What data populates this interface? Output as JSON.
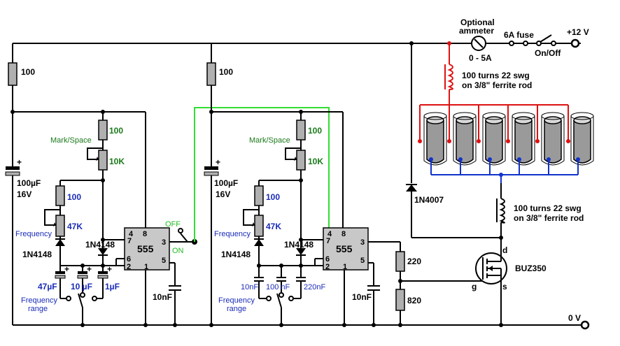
{
  "labels": {
    "r1_100": "100",
    "r2_100": "100",
    "c_100uf_1": "100µF",
    "v_16v_1": "16V",
    "c_100uf_2": "100µF",
    "v_16v_2": "16V",
    "ms_100_1": "100",
    "ms_label_1": "Mark/Space",
    "ms_10k_1": "10K",
    "ms_100_2": "100",
    "ms_label_2": "Mark/Space",
    "ms_10k_2": "10K",
    "f_100_1": "100",
    "f_label_1": "Frequency",
    "f_47k_1": "47K",
    "f_100_2": "100",
    "f_label_2": "Frequency",
    "f_47k_2": "47K",
    "d_1n4148_a1": "1N4148",
    "d_1n4148_b1": "1N4148",
    "d_1n4148_a2": "1N4148",
    "d_1n4148_b2": "1N4148",
    "c_47uf": "47µF",
    "c_10uf": "10 µF",
    "c_1uf": "1µF",
    "c_10nf_a": "10nF",
    "c_100nf": "100 nF",
    "c_220nf": "220nF",
    "frange_1": "Frequency",
    "frange_1b": "range",
    "frange_2": "Frequency",
    "frange_2b": "range",
    "c_10nf_1": "10nF",
    "c_10nf_2": "10nF",
    "ic_name_1": "555",
    "ic_name_2": "555",
    "pin4": "4",
    "pin8": "8",
    "pin7": "7",
    "pin3": "3",
    "pin6": "6",
    "pin2": "2",
    "pin1": "1",
    "pin5": "5",
    "off": "OFF",
    "on": "ON",
    "ammeter_1": "Optional",
    "ammeter_2": "ammeter",
    "ammeter_3": "0 - 5A",
    "fuse": "6A fuse",
    "onoff": "On/Off",
    "v_plus12": "+12 V",
    "v_0": "0 V",
    "coil_top_1": "100 turns 22 swg",
    "coil_top_2": "on 3/8\" ferrite rod",
    "coil_bot_1": "100 turns 22 swg",
    "coil_bot_2": "on 3/8\" ferrite rod",
    "diode_1n4007": "1N4007",
    "r_220": "220",
    "r_820": "820",
    "mosfet": "BUZ350",
    "mosfet_d": "d",
    "mosfet_g": "g",
    "mosfet_s": "s"
  },
  "colors": {
    "wire": "#000000",
    "green_link": "#33dd33",
    "cell_positive": "#dd1111",
    "cell_negative": "#1133cc",
    "label_green": "#1a7a1a",
    "label_blue": "#1a2bb8"
  },
  "icons": [
    "resistor-icon",
    "capacitor-icon",
    "diode-icon",
    "ic-555-icon",
    "switch-icon",
    "ammeter-icon",
    "fuse-icon",
    "coil-icon",
    "cell-icon",
    "mosfet-icon",
    "terminal-icon"
  ]
}
